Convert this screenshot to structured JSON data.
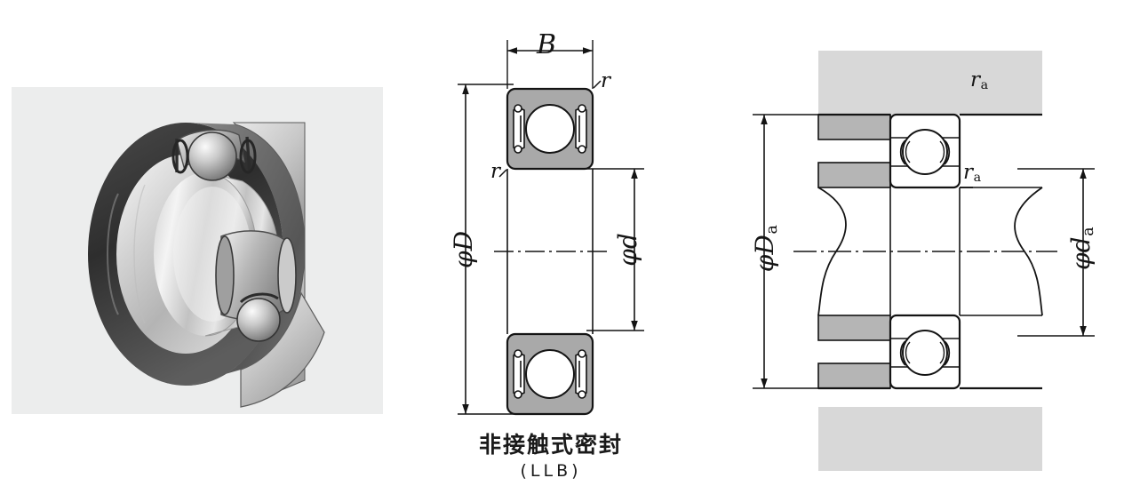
{
  "figure": {
    "title_visible": false,
    "caption": {
      "japanese": "非接触式密封",
      "code": "(LLB)"
    },
    "panels": [
      {
        "name": "photograph",
        "description_visible": false,
        "background_color": "#eceded"
      },
      {
        "name": "bearing-cross-section",
        "labels": {
          "width": "B",
          "outer_diameter": "φD",
          "bore_diameter": "φd",
          "fillet_top": "r",
          "fillet_bottom": "r"
        }
      },
      {
        "name": "mounting-dimensions",
        "labels": {
          "housing_shoulder_diameter": "φD",
          "housing_shoulder_sub": "a",
          "shaft_shoulder_diameter": "φd",
          "shaft_shoulder_sub": "a",
          "fillet_top": "r",
          "fillet_top_sub": "a",
          "fillet_bottom": "r",
          "fillet_bottom_sub": "a"
        }
      }
    ]
  },
  "labels": {
    "B": "B",
    "phi_D": "φD",
    "phi_d": "φd",
    "r": "r",
    "phi_D_main": "φD",
    "phi_d_main": "φd",
    "sub_a": "a"
  },
  "colors": {
    "line": "#141414",
    "ring_fill": "#a8a8a8",
    "housing_fill": "#d8d8d8",
    "shoulder_fill": "#b5b5b5",
    "ball_fill": "#ffffff",
    "photo_bg": "#eceded",
    "page_bg": "#ffffff"
  }
}
